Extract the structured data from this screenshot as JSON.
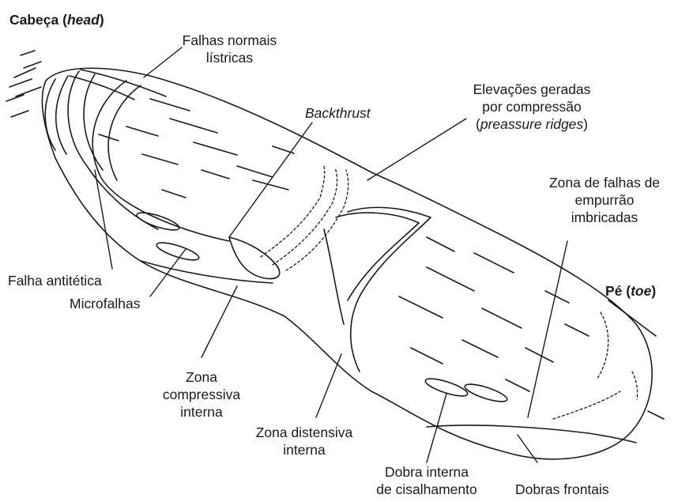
{
  "labels": {
    "head": {
      "text": "Cabeça (",
      "em": "head",
      "close": ")"
    },
    "toe": {
      "text": "Pé (",
      "em": "toe",
      "close": ")"
    },
    "listric_faults": [
      "Falhas normais",
      "lístricas"
    ],
    "backthrust": "Backthrust",
    "pressure_ridges": {
      "line1": "Elevações geradas",
      "line2": "por compressão",
      "line3_open": "(",
      "line3_em": "preassure ridges",
      "line3_close": ")"
    },
    "imbricate_thrusts": [
      "Zona de falhas de",
      "empurrão",
      "imbricadas"
    ],
    "antithetic_fault": "Falha antitética",
    "microfaults": "Microfalhas",
    "internal_compressive": [
      "Zona",
      "compressiva",
      "interna"
    ],
    "internal_extensional": [
      "Zona distensiva",
      "interna"
    ],
    "internal_shear_fold": [
      "Dobra interna",
      "de cisalhamento"
    ],
    "frontal_folds": "Dobras frontais"
  },
  "colors": {
    "ink": "#1a1a1a",
    "background": "#ffffff"
  }
}
